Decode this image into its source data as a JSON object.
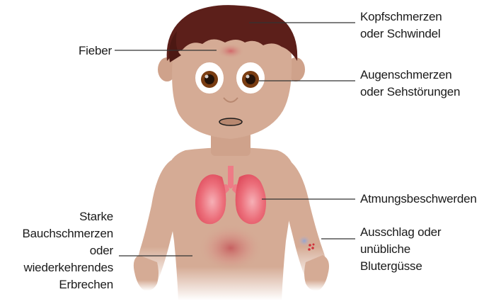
{
  "labels": {
    "fever": [
      "Fieber"
    ],
    "headache": [
      "Kopfschmerzen",
      "oder Schwindel"
    ],
    "eyes": [
      "Augenschmerzen",
      "oder Sehstörungen"
    ],
    "breathing": [
      "Atmungsbeschwerden"
    ],
    "rash": [
      "Ausschlag oder",
      "unübliche",
      "Blutergüsse"
    ],
    "abdomen": [
      "Starke",
      "Bauchschmerzen",
      "oder",
      "wiederkehrendes",
      "Erbrechen"
    ]
  },
  "colors": {
    "skin": "#d5ab95",
    "skin_shadow": "#c79a82",
    "hair": "#5c1f1a",
    "eye_iris": "#7a3d12",
    "lung": "#e4606d",
    "leader_line": "#333333",
    "text": "#1a1a1a"
  }
}
